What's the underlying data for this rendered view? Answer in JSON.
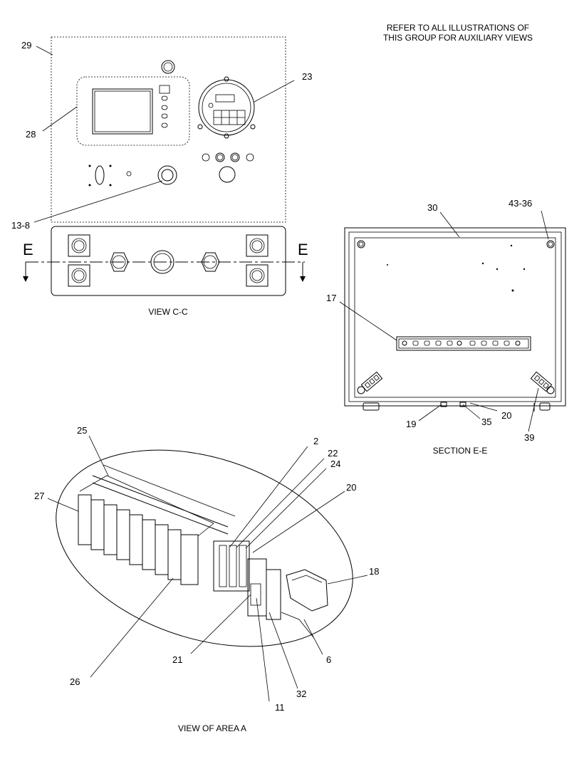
{
  "note": {
    "line1": "REFER TO ALL ILLUSTRATIONS OF",
    "line2": "THIS GROUP FOR AUXILIARY VIEWS"
  },
  "views": {
    "view_cc": "VIEW C-C",
    "section_ee": "SECTION E-E",
    "view_area_a": "VIEW OF AREA A",
    "section_marker": "E"
  },
  "callouts": {
    "c29": "29",
    "c28": "28",
    "c23": "23",
    "c13_8": "13-8",
    "c30": "30",
    "c43_36": "43-36",
    "c17": "17",
    "c19": "19",
    "c35": "35",
    "c20a": "20",
    "c39": "39",
    "c25": "25",
    "c27": "27",
    "c2": "2",
    "c22": "22",
    "c24": "24",
    "c20b": "20",
    "c18": "18",
    "c21": "21",
    "c6": "6",
    "c26": "26",
    "c32": "32",
    "c11": "11"
  }
}
